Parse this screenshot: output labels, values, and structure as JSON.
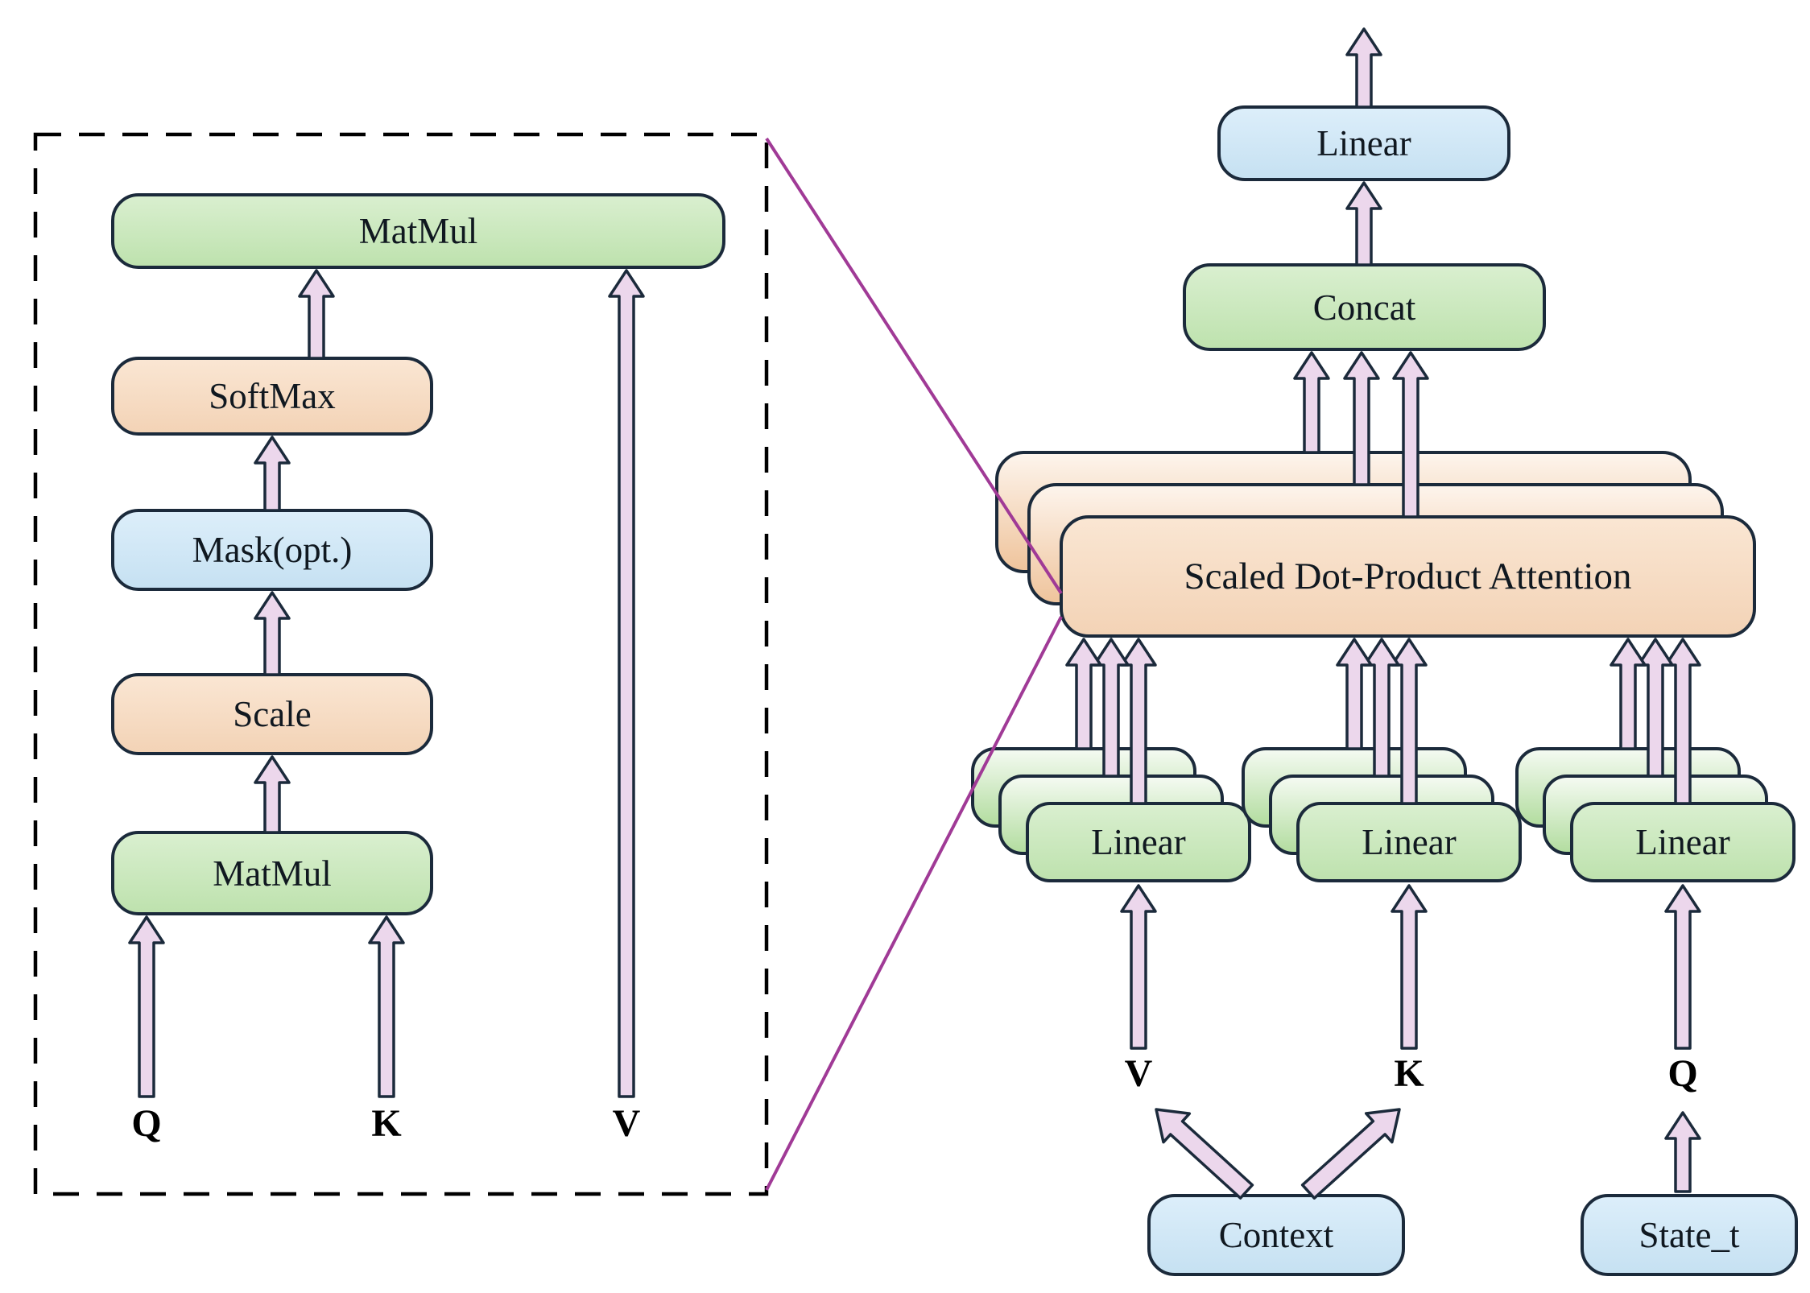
{
  "detail_panel": {
    "matmul_top": "MatMul",
    "softmax": "SoftMax",
    "mask": "Mask(opt.)",
    "scale": "Scale",
    "matmul_bottom": "MatMul",
    "input_q": "Q",
    "input_k": "K",
    "input_v": "V"
  },
  "overview_panel": {
    "output_linear": "Linear",
    "concat": "Concat",
    "attention": "Scaled Dot-Product Attention",
    "linear_v": "Linear",
    "linear_k": "Linear",
    "linear_q": "Linear",
    "label_v": "V",
    "label_k": "K",
    "label_q": "Q",
    "context": "Context",
    "state": "State_t"
  },
  "colors": {
    "outline": "#1b2a3b",
    "panel_border": "#000000",
    "arrow_fill": "#ecd7ec",
    "zoom_line": "#a03a96",
    "green_hi": "#d9efcf",
    "green_lo": "#bee2ae",
    "peach_hi": "#fae6d3",
    "peach_lo": "#f3d3b6",
    "blue_hi": "#dceefa",
    "blue_lo": "#c6e1f2",
    "stackpeach_hi": "#fdf4ec",
    "stackpeach_lo": "#efc49c",
    "stackgreen_hi": "#f4faf1",
    "stackgreen_lo": "#b3dda0"
  }
}
